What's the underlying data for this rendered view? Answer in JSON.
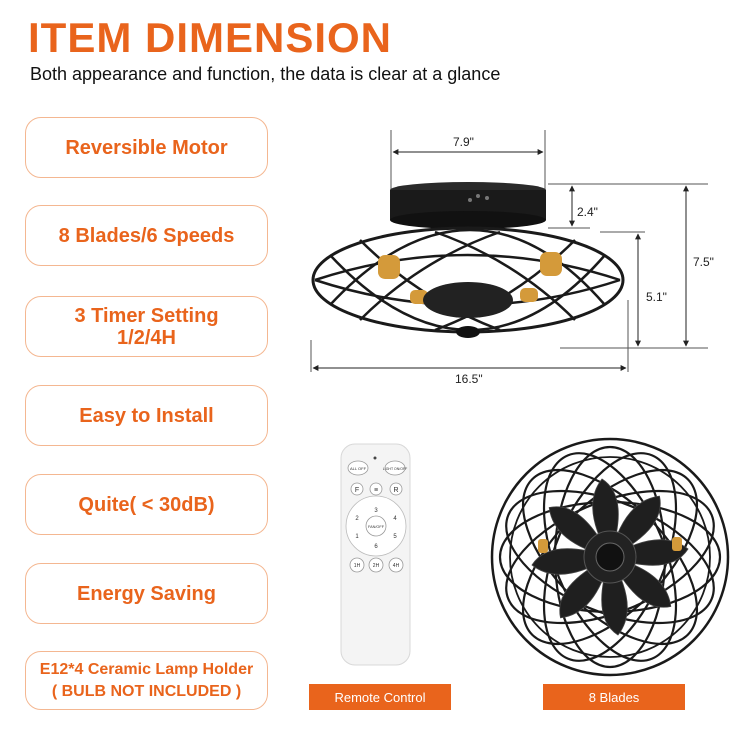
{
  "header": {
    "title": "ITEM DIMENSION",
    "subtitle": "Both appearance and function, the data is clear at a glance"
  },
  "features": [
    {
      "lines": [
        "Reversible Motor"
      ]
    },
    {
      "lines": [
        "8 Blades/6 Speeds"
      ]
    },
    {
      "lines": [
        "3 Timer Setting",
        "1/2/4H"
      ]
    },
    {
      "lines": [
        "Easy to Install"
      ]
    },
    {
      "lines": [
        "Quite( < 30dB)"
      ]
    },
    {
      "lines": [
        "Energy Saving"
      ]
    },
    {
      "lines": [
        "E12*4 Ceramic Lamp Holder",
        "( BULB NOT INCLUDED )"
      ]
    }
  ],
  "dimensions": {
    "top_width": "7.9\"",
    "canopy_height": "2.4\"",
    "total_height": "7.5\"",
    "cage_height": "5.1\"",
    "total_width": "16.5\""
  },
  "remote": {
    "buttons": {
      "all_off": "ALL OFF",
      "light": "LIGHT ON/OFF",
      "f": "F",
      "r": "R",
      "fan": "FAN/OFF",
      "s1": "1",
      "s2": "2",
      "s3": "3",
      "s4": "4",
      "s5": "5",
      "s6": "6",
      "t1": "1H",
      "t2": "2H",
      "t4": "4H"
    }
  },
  "captions": {
    "remote": "Remote Control",
    "blades": "8 Blades"
  },
  "colors": {
    "accent": "#e9641c",
    "border": "#f4b791",
    "fan_body": "#1a1a1a",
    "bulb": "#d49a3a"
  }
}
